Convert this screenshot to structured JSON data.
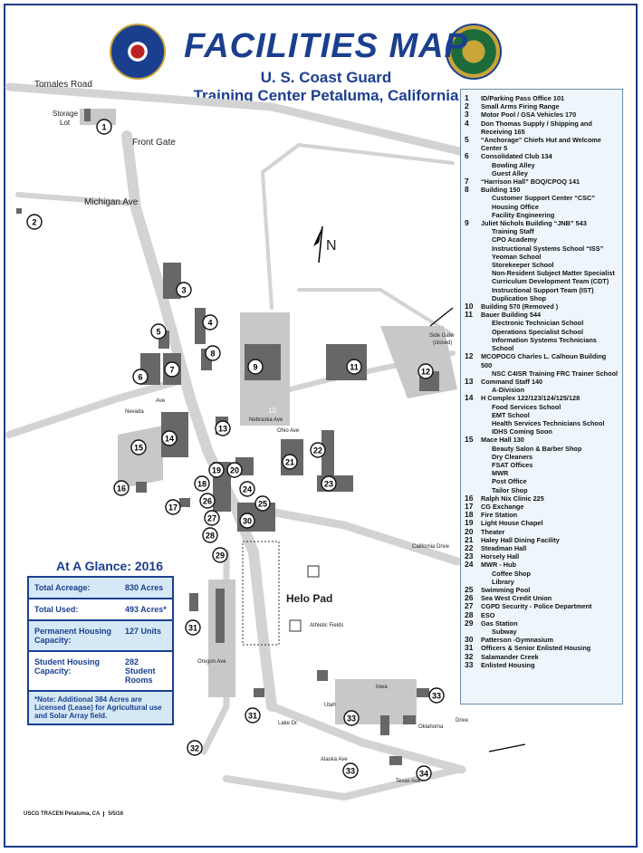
{
  "header": {
    "title": "FACILITIES MAP",
    "subtitle1": "U. S. Coast Guard",
    "subtitle2": "Training Center Petaluma, California"
  },
  "map_labels": {
    "tomales_road": "Tomales Road",
    "storage_lot": "Storage",
    "storage_lot2": "Lot",
    "front_gate": "Front Gate",
    "michigan_ave": "Michigan Ave",
    "north": "N",
    "side_gate": "Side Gate",
    "side_gate2": "(closed)",
    "california_drive": "California Drive",
    "helo_pad": "Helo Pad",
    "athletic_fields": "Athletic Fields",
    "nevada_ave": "Nevada",
    "ave_short": "Ave",
    "nebraska_ave": "Nebraska Ave",
    "ohio_ave": "Ohio Ave",
    "oregon_ave": "Oregon Ave",
    "lake_dr": "Lake Dr.",
    "utah": "Utah",
    "iowa": "Iowa",
    "oklahoma_drive": "Oklahoma",
    "drive": "Drive",
    "alaska_ave": "Alaska Ave",
    "texas_ave": "Texas Ave",
    "helipad_num": "10"
  },
  "markers": [
    "1",
    "2",
    "3",
    "4",
    "5",
    "6",
    "7",
    "8",
    "9",
    "11",
    "12",
    "13",
    "14",
    "15",
    "16",
    "17",
    "18",
    "19",
    "20",
    "21",
    "22",
    "23",
    "24",
    "25",
    "26",
    "27",
    "28",
    "29",
    "30",
    "31",
    "31",
    "32",
    "33",
    "33",
    "33",
    "34"
  ],
  "legend": [
    {
      "num": "1",
      "text": "ID/Parking Pass Office 101",
      "subs": []
    },
    {
      "num": "2",
      "text": "Small Arms Firing Range",
      "subs": []
    },
    {
      "num": "3",
      "text": "Motor Pool / GSA Vehicles 170",
      "subs": []
    },
    {
      "num": "4",
      "text": "Don Thomas Supply / Shipping and Receiving 165",
      "subs": []
    },
    {
      "num": "5",
      "text": "“Anchorage” Chiefs Hut and Welcome Center 5",
      "subs": []
    },
    {
      "num": "6",
      "text": "Consolidated Club 134",
      "subs": [
        "Bowling Alley",
        "Guest Alley"
      ]
    },
    {
      "num": "7",
      "text": "“Harrison Hall” BOQ/CPOQ 141",
      "subs": []
    },
    {
      "num": "8",
      "text": "Building 150",
      "subs": [
        "Customer Support Center “CSC”",
        "Housing Office",
        "Facility Engineering"
      ]
    },
    {
      "num": "9",
      "text": "Juliet Nichols Building “JNB” 543",
      "subs": [
        "Training Staff",
        "CPO Academy",
        "Instructional Systems School “ISS”",
        "Yeoman School",
        "Storekeeper School",
        "Non-Resident Subject Matter Specialist",
        "Curriculum Development Team (CDT)",
        "Instructional Support Team (IST)",
        "Duplication Shop"
      ]
    },
    {
      "num": "10",
      "text": "Building 570 (Removed )",
      "subs": []
    },
    {
      "num": "11",
      "text": "Bauer Building 544",
      "subs": [
        "Electronic Technician School",
        "Operations Specialist School",
        "Information Systems Technicians School"
      ]
    },
    {
      "num": "12",
      "text": "MCOPOCG Charles L. Calhoun Building 500",
      "subs": [
        "NSC C4ISR Training FRC Trainer School"
      ]
    },
    {
      "num": "13",
      "text": "Command Staff 140",
      "subs": [
        "A-Division"
      ]
    },
    {
      "num": "14",
      "text": "H Complex 122/123/124/125/128",
      "subs": [
        "Food Services School",
        "EMT School",
        "Health Services Technicians School",
        "IDHS Coming Soon"
      ]
    },
    {
      "num": "15",
      "text": "Mace Hall 130",
      "subs": [
        "Beauty Salon & Barber Shop",
        "Dry Cleaners",
        "FSAT Offices",
        "MWR",
        "Post Office",
        "Tailor Shop"
      ]
    },
    {
      "num": "16",
      "text": "Ralph Nix Clinic 225",
      "subs": []
    },
    {
      "num": "17",
      "text": "CG Exchange",
      "subs": []
    },
    {
      "num": "18",
      "text": "Fire Station",
      "subs": []
    },
    {
      "num": "19",
      "text": "Light House Chapel",
      "subs": []
    },
    {
      "num": "20",
      "text": "Theater",
      "subs": []
    },
    {
      "num": "21",
      "text": "Haley Hall Dining Facility",
      "subs": []
    },
    {
      "num": "22",
      "text": "Steadman Hall",
      "subs": []
    },
    {
      "num": "23",
      "text": "Horsely Hall",
      "subs": []
    },
    {
      "num": "24",
      "text": "MWR - Hub",
      "subs": [
        "Coffee Shop",
        "Library"
      ]
    },
    {
      "num": "25",
      "text": "Swimming Pool",
      "subs": []
    },
    {
      "num": "26",
      "text": "Sea West Credit Union",
      "subs": []
    },
    {
      "num": "27",
      "text": "CGPD Security - Police Department",
      "subs": []
    },
    {
      "num": "28",
      "text": "ESO",
      "subs": []
    },
    {
      "num": "29",
      "text": "Gas Station",
      "subs": [
        "Subway"
      ]
    },
    {
      "num": "30",
      "text": "Patterson -Gymnasium",
      "subs": []
    },
    {
      "num": "31",
      "text": "Officers & Senior Enlisted Housing",
      "subs": []
    },
    {
      "num": "32",
      "text": "Salamander Creek",
      "subs": []
    },
    {
      "num": "33",
      "text": "Enlisted Housing",
      "subs": []
    }
  ],
  "glance": {
    "title": "At A Glance: 2016",
    "rows": [
      {
        "label": "Total Acreage:",
        "value": "830 Acres"
      },
      {
        "label": "Total Used:",
        "value": "493 Acres*"
      },
      {
        "label": "Permanent Housing Capacity:",
        "value": "127 Units"
      },
      {
        "label": "Student Housing Capacity:",
        "value": "282 Student Rooms"
      }
    ],
    "note": "*Note: Additional 384 Acres are Licensed (Lease) for Agricultural use and Solar Array field."
  },
  "footer": {
    "left": "USCG TRACEN Petaluma, CA",
    "right": "5/5/16"
  },
  "colors": {
    "brand_blue": "#1b3f8f",
    "road": "#d3d3d3",
    "building": "#676767",
    "light_building": "#b8b8b8",
    "panel": "#eef6fb"
  }
}
